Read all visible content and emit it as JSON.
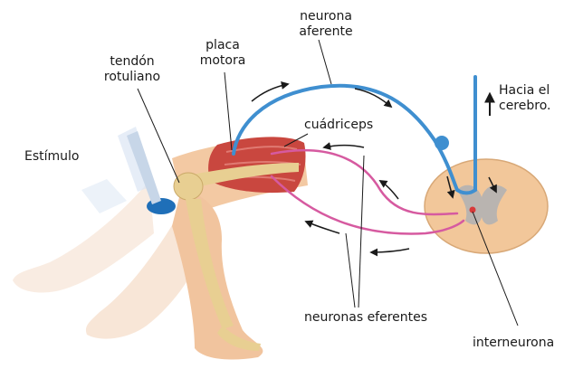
{
  "labels": {
    "neurona_aferente": [
      "neurona",
      "aferente"
    ],
    "placa_motora": [
      "placa",
      "motora"
    ],
    "tendon_rotuliano": [
      "tendón",
      "rotuliano"
    ],
    "hacia_cerebro": [
      "Hacia el",
      "cerebro."
    ],
    "cuadriceps": "cuádriceps",
    "estimulo": "Estímulo",
    "neuronas_eferentes": "neuronas eferentes",
    "interneurona": "interneurona"
  },
  "colors": {
    "afferent_neuron": "#3f8fd0",
    "efferent_neuron": "#d65aa0",
    "muscle": "#c9473f",
    "bone": "#e8cf92",
    "skin": "#f3c9a3",
    "spinal_cord": "#f2c79a",
    "grey_matter": "#b9b4b0",
    "hammer": "#1f6fb8"
  },
  "icons": [
    "arrow-up-icon",
    "flow-arrow-icon"
  ]
}
